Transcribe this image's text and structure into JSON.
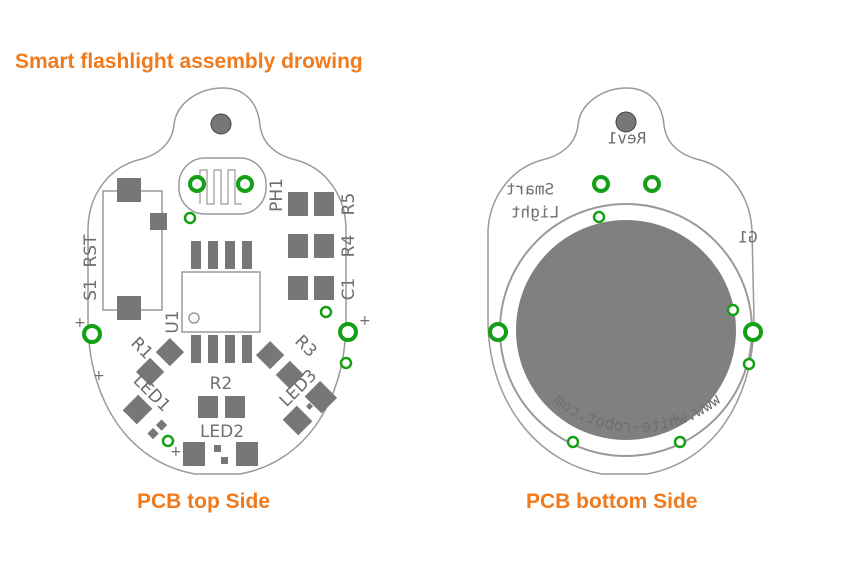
{
  "title": "Smart flashlight assembly drowing",
  "captions": {
    "top": "PCB top Side",
    "bottom": "PCB bottom Side"
  },
  "top_side": {
    "labels": {
      "rst": "RST",
      "s1": "S1",
      "ph1": "PH1",
      "r5": "R5",
      "r4": "R4",
      "c1": "C1",
      "u1": "U1",
      "r1": "R1",
      "r2": "R2",
      "r3": "R3",
      "led1": "LED1",
      "led2": "LED2",
      "led3": "LED3",
      "plus": "+"
    }
  },
  "bottom_side": {
    "labels": {
      "rev": "Rev1",
      "smart": "Smart",
      "light": "Light",
      "g1": "G1",
      "url": "www.white-robot.com"
    }
  },
  "colors": {
    "accent": "#f07a1c",
    "outline": "#9a9a9a",
    "pad": "#777777",
    "via": "#14a014",
    "battery": "#808080"
  }
}
